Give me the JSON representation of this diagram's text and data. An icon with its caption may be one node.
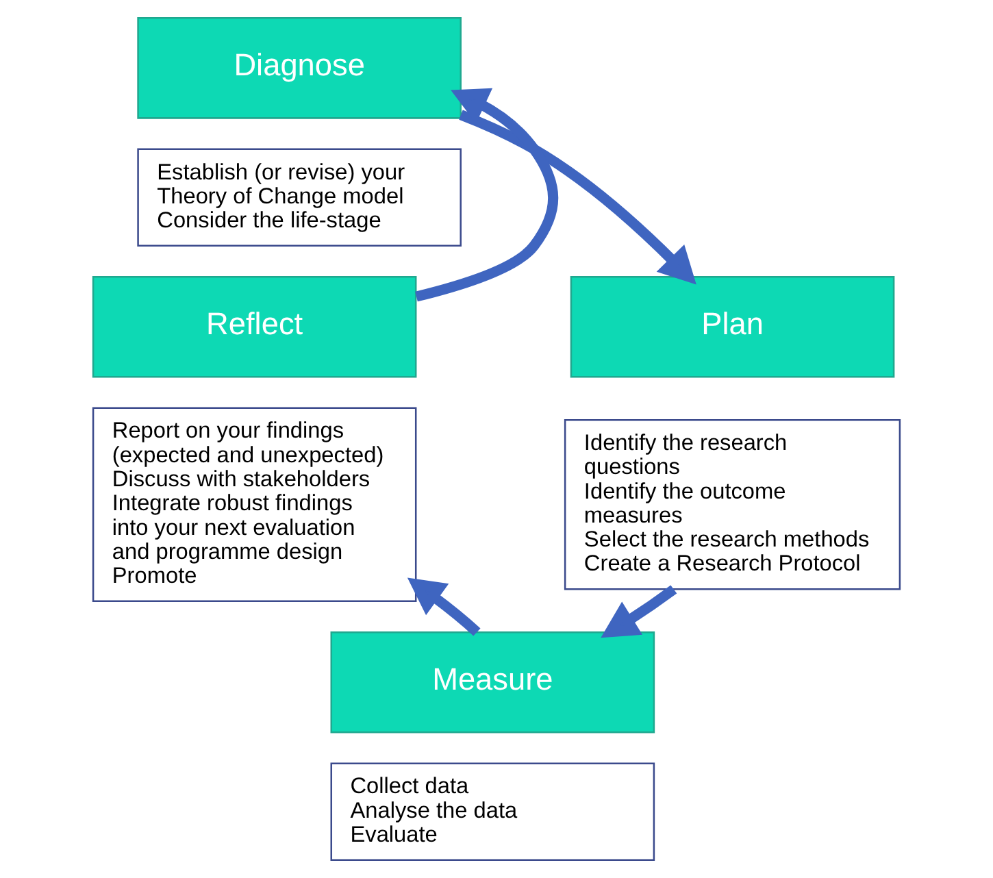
{
  "diagram": {
    "nodes": [
      {
        "text": [
          "Diagnose"
        ]
      },
      {
        "text": [
          "Establish (or revise) your Theory of Change model",
          "Consider the life-stage"
        ]
      },
      {
        "text": [
          "Plan"
        ]
      },
      {
        "text": [
          "Identify the research questions",
          "Identify the outcome measures",
          "Select the research methods",
          "Create a Research Protocol"
        ]
      },
      {
        "text": [
          "Measure"
        ]
      },
      {
        "text": [
          "Collect data",
          "Analyse the data",
          "Evaluate"
        ]
      },
      {
        "text": [
          "Reflect"
        ]
      },
      {
        "text": [
          "Report on your findings (expected and unexpected)",
          "Discuss with stakeholders",
          "Integrate robust findings into your next evaluation and programme design",
          "Promote"
        ]
      }
    ],
    "edges": [
      {
        "from": 0,
        "to": 2,
        "arrow": "to"
      },
      {
        "from": 3,
        "to": 4,
        "arrow": "to"
      },
      {
        "from": 4,
        "to": 7,
        "arrow": "to"
      },
      {
        "from": 6,
        "to": 0,
        "arrow": "to"
      }
    ]
  }
}
